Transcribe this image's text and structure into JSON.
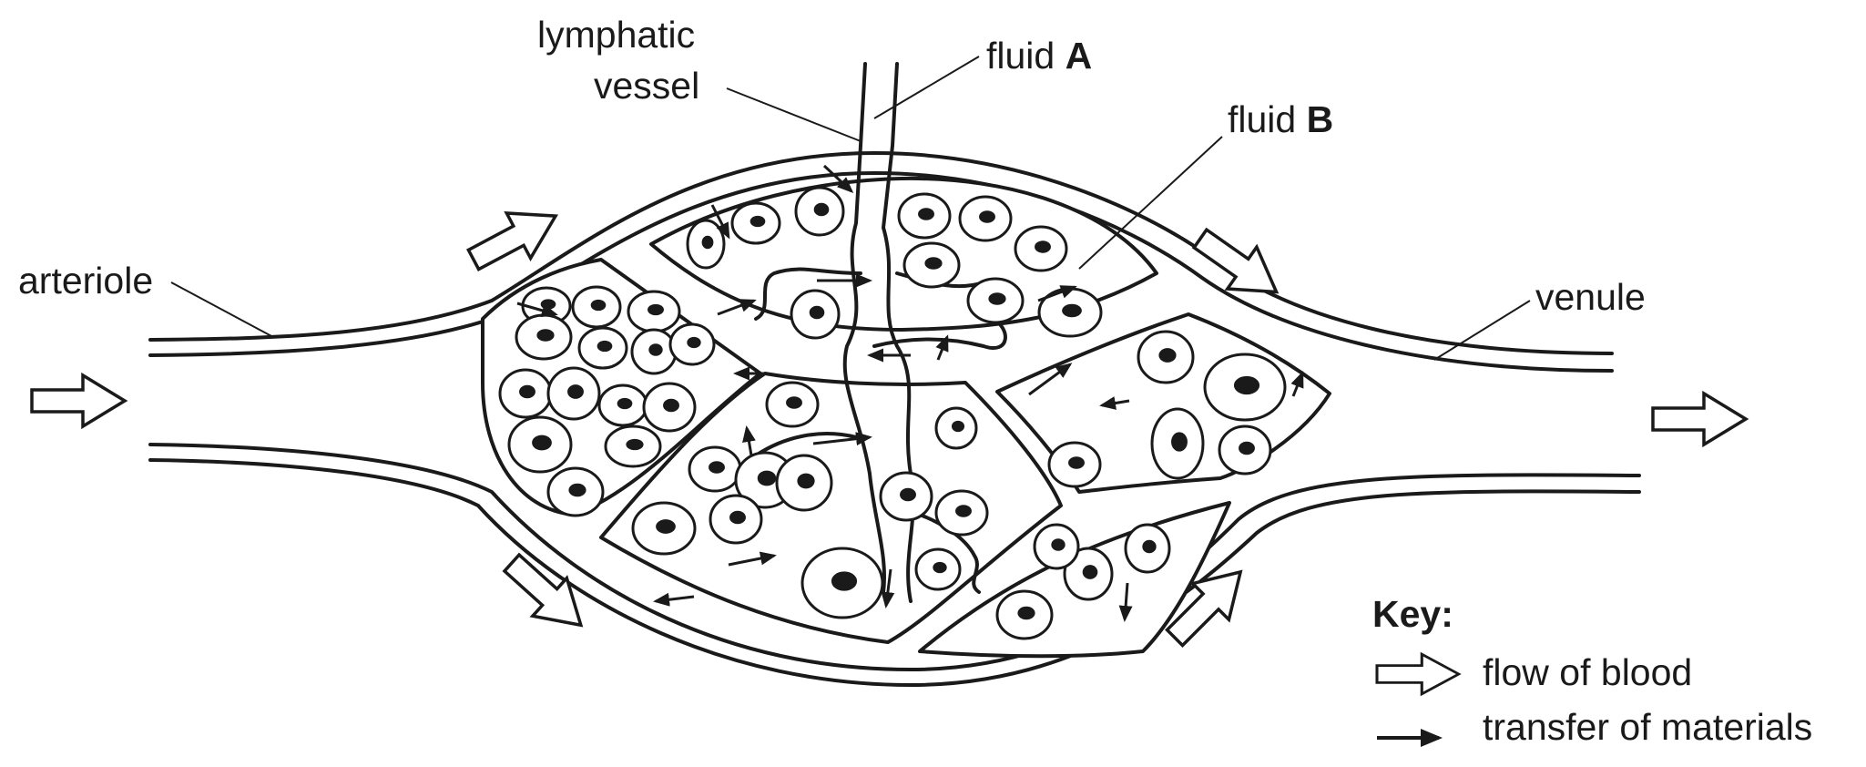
{
  "labels": {
    "lymphatic_vessel_line1": "lymphatic",
    "lymphatic_vessel_line2": "vessel",
    "fluid_a_prefix": "fluid",
    "fluid_a_letter": "A",
    "fluid_b_prefix": "fluid",
    "fluid_b_letter": "B",
    "arteriole": "arteriole",
    "venule": "venule"
  },
  "key": {
    "title": "Key:",
    "items": [
      {
        "symbol": "hollow-arrow-icon",
        "label": "flow of blood"
      },
      {
        "symbol": "small-arrow-icon",
        "label": "transfer of materials"
      }
    ]
  }
}
